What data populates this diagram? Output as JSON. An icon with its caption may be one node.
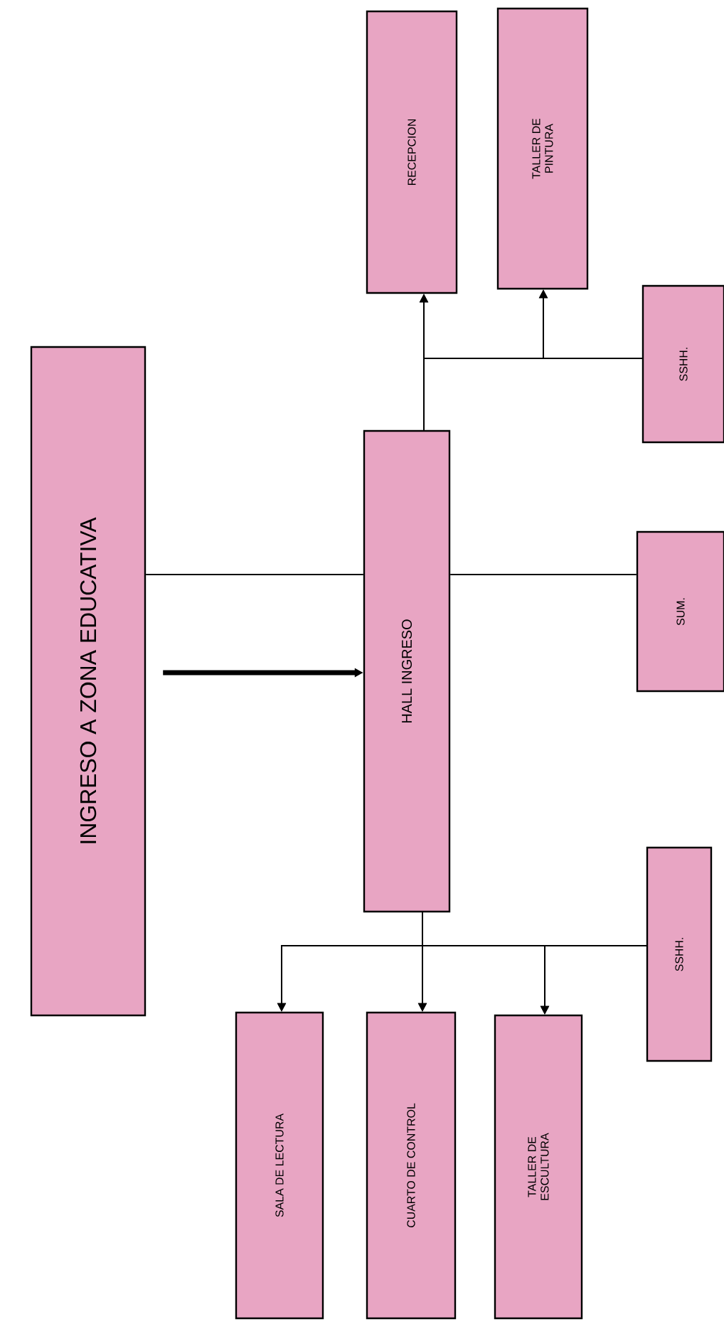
{
  "diagram": {
    "nodes": [
      {
        "text": [
          "INGRESO A ZONA EDUCATIVA"
        ]
      },
      {
        "text": [
          "HALL INGRESO"
        ]
      },
      {
        "text": [
          "RECEPCION"
        ]
      },
      {
        "text": [
          "TALLER DE PINTURA"
        ]
      },
      {
        "text": [
          "SSHH."
        ]
      },
      {
        "text": [
          "SUM."
        ]
      },
      {
        "text": [
          "SSHH."
        ]
      },
      {
        "text": [
          "SALA DE LECTURA"
        ]
      },
      {
        "text": [
          "CUARTO DE CONTROL"
        ]
      },
      {
        "text": [
          "TALLER DE ESCULTURA"
        ]
      }
    ],
    "edges": [
      {
        "from": 0,
        "to": 1,
        "arrow": "to",
        "style": "thick"
      },
      {
        "from": 0,
        "to": 1,
        "arrow": "none"
      },
      {
        "from": 1,
        "to": 5,
        "arrow": "none"
      },
      {
        "from": 1,
        "to": 2,
        "arrow": "to"
      },
      {
        "from": 1,
        "to": 3,
        "arrow": "to"
      },
      {
        "from": 4,
        "to": 2,
        "arrow": "to"
      },
      {
        "from": 4,
        "to": 3,
        "arrow": "to"
      },
      {
        "from": 1,
        "to": 7,
        "arrow": "to"
      },
      {
        "from": 1,
        "to": 8,
        "arrow": "to"
      },
      {
        "from": 1,
        "to": 9,
        "arrow": "to"
      },
      {
        "from": 6,
        "to": 7,
        "arrow": "to"
      },
      {
        "from": 6,
        "to": 8,
        "arrow": "to"
      },
      {
        "from": 6,
        "to": 9,
        "arrow": "to"
      }
    ]
  }
}
